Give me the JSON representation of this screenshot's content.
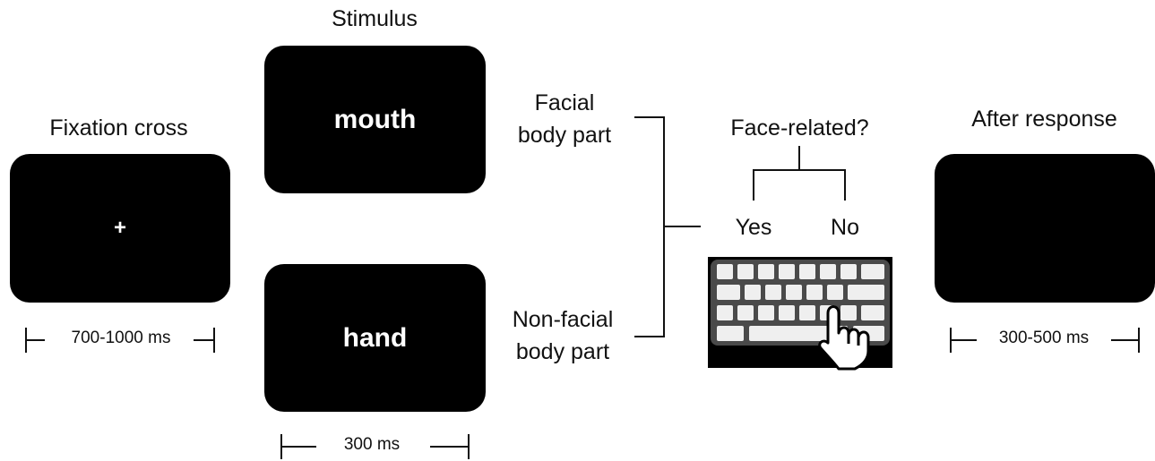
{
  "labels": {
    "stimulus": "Stimulus",
    "fixation_cross": "Fixation cross",
    "after_response": "After response",
    "facial_line1": "Facial",
    "facial_line2": "body part",
    "nonfacial_line1": "Non-facial",
    "nonfacial_line2": "body part",
    "question": "Face-related?",
    "yes": "Yes",
    "no": "No"
  },
  "screens": {
    "fixation_symbol": "+",
    "stimulus_top": "mouth",
    "stimulus_bottom": "hand"
  },
  "timings": {
    "fixation": "700-1000 ms",
    "stimulus": "300 ms",
    "after_response": "300-500 ms"
  },
  "icons": {
    "keyboard": "keyboard-icon",
    "hand": "pointing-hand-icon"
  }
}
